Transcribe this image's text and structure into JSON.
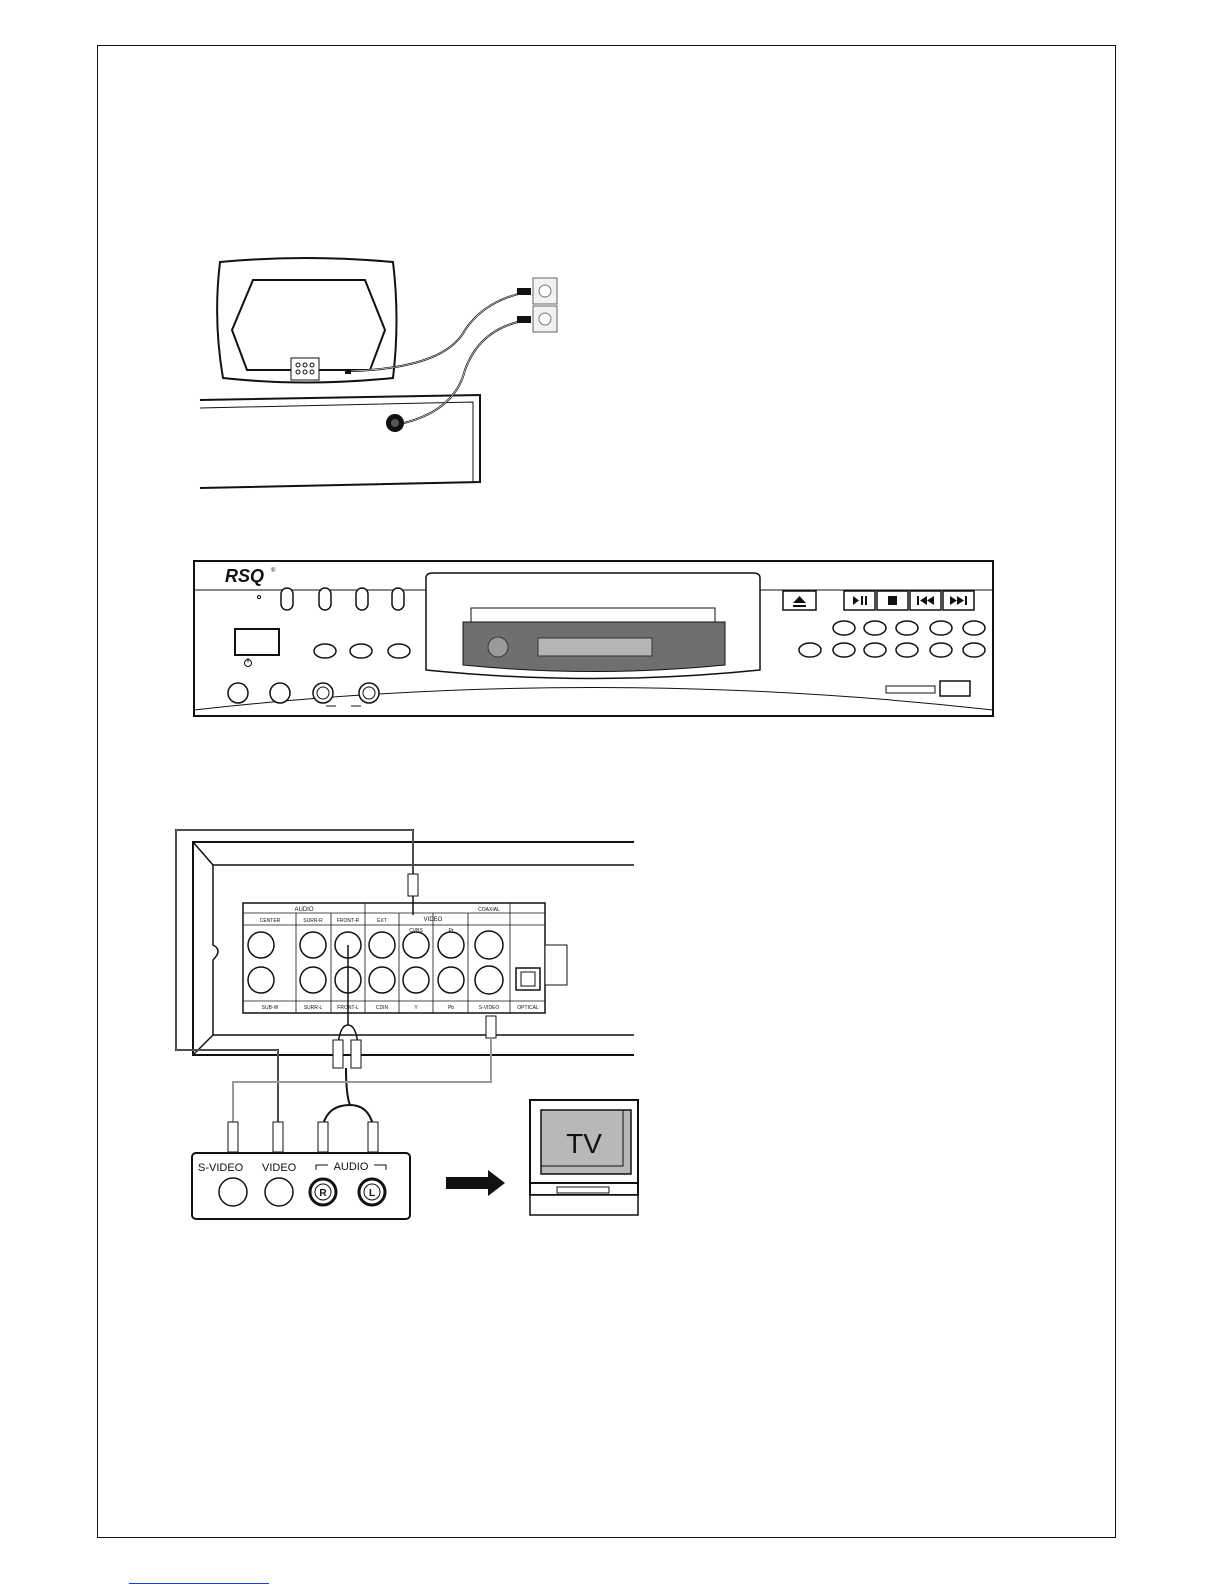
{
  "figures": {
    "power": {
      "outlet_label": "~"
    },
    "front_panel": {
      "brand": "RSQ",
      "trademark": "®"
    },
    "rear_panel": {
      "group_audio": "AUDIO",
      "group_video": "VIDEO",
      "group_coaxial": "COAXIAL",
      "top_labels": [
        "CENTER",
        "SURR-R",
        "FRONT-R",
        "EXT",
        "CVBS",
        "Pr"
      ],
      "bottom_labels": [
        "SUB-W",
        "SURR-L",
        "FRONT-L",
        "CDIN",
        "Y",
        "Pb",
        "S-VIDEO",
        "OPTICAL"
      ]
    },
    "tv_inputs": {
      "svideo": "S-VIDEO",
      "video": "VIDEO",
      "audio": "AUDIO",
      "right": "R",
      "left": "L",
      "tv": "TV"
    }
  },
  "colors": {
    "line": "#111111",
    "panel": "#6f6f6f",
    "gray_cable": "#9a9a9a"
  }
}
